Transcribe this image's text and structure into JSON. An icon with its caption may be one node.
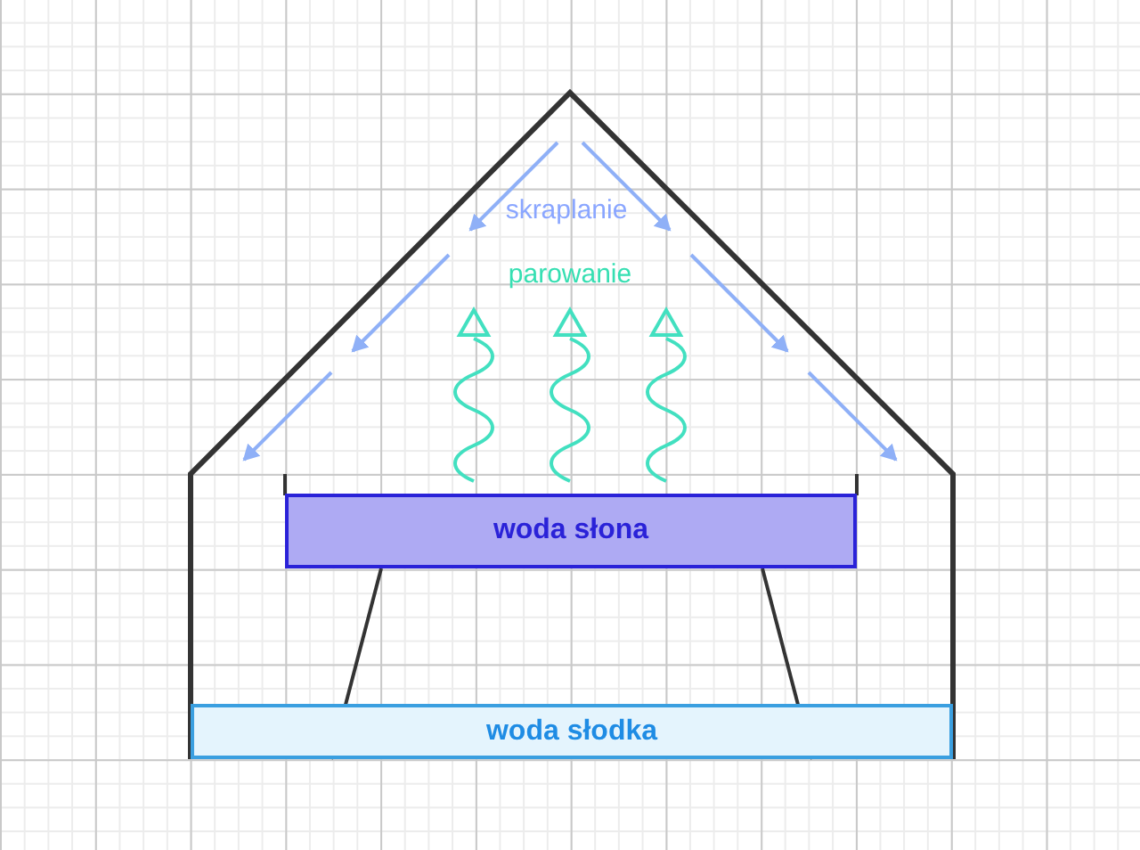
{
  "diagram": {
    "nodes": [
      {
        "text": [
          "woda słona"
        ]
      },
      {
        "text": [
          "woda słodka"
        ]
      }
    ],
    "labels": [
      "skraplanie",
      "parowanie"
    ]
  }
}
